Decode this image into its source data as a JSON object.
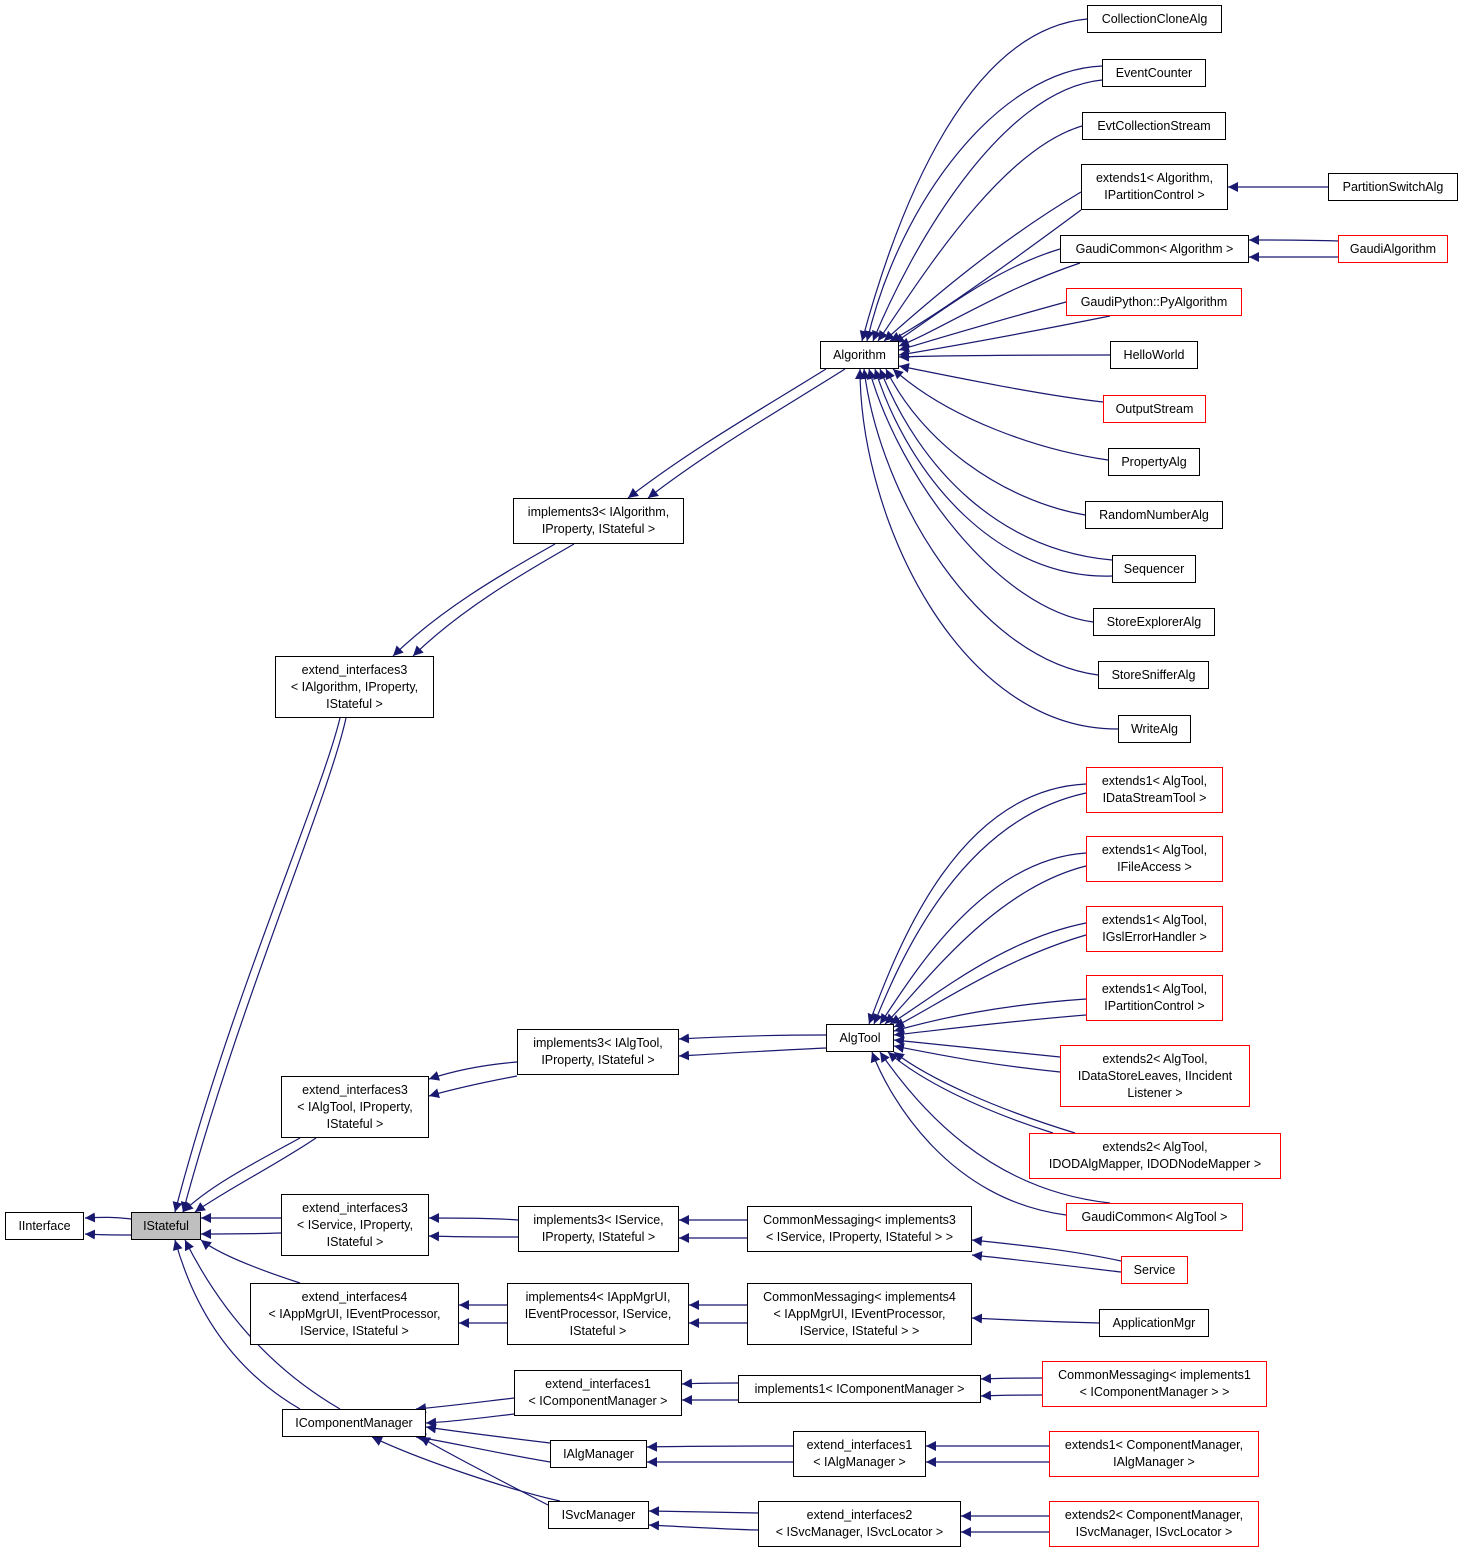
{
  "colors": {
    "edge": "#191970",
    "node_border": "#000000",
    "link_border": "#ff0000",
    "focus_fill": "#bfbfbf",
    "background": "#ffffff"
  },
  "nodes": [
    {
      "id": "IInterface",
      "lines": [
        "IInterface"
      ],
      "style": "normal"
    },
    {
      "id": "IStateful",
      "lines": [
        "IStateful"
      ],
      "style": "focus"
    },
    {
      "id": "ext_ialgorithm",
      "lines": [
        "extend_interfaces3",
        "< IAlgorithm, IProperty,",
        "IStateful >"
      ],
      "style": "normal"
    },
    {
      "id": "impl_ialgorithm",
      "lines": [
        "implements3< IAlgorithm,",
        "IProperty, IStateful >"
      ],
      "style": "normal"
    },
    {
      "id": "Algorithm",
      "lines": [
        "Algorithm"
      ],
      "style": "normal"
    },
    {
      "id": "CollectionCloneAlg",
      "lines": [
        "CollectionCloneAlg"
      ],
      "style": "normal"
    },
    {
      "id": "EventCounter",
      "lines": [
        "EventCounter"
      ],
      "style": "normal"
    },
    {
      "id": "EvtCollectionStream",
      "lines": [
        "EvtCollectionStream"
      ],
      "style": "normal"
    },
    {
      "id": "ext1_algorithm",
      "lines": [
        "extends1< Algorithm,",
        "IPartitionControl >"
      ],
      "style": "normal"
    },
    {
      "id": "PartitionSwitchAlg",
      "lines": [
        "PartitionSwitchAlg"
      ],
      "style": "normal"
    },
    {
      "id": "GaudiCommonAlgorithm",
      "lines": [
        "GaudiCommon< Algorithm >"
      ],
      "style": "normal"
    },
    {
      "id": "GaudiAlgorithm",
      "lines": [
        "GaudiAlgorithm"
      ],
      "style": "red"
    },
    {
      "id": "PyAlgorithm",
      "lines": [
        "GaudiPython::PyAlgorithm"
      ],
      "style": "red"
    },
    {
      "id": "HelloWorld",
      "lines": [
        "HelloWorld"
      ],
      "style": "normal"
    },
    {
      "id": "OutputStream",
      "lines": [
        "OutputStream"
      ],
      "style": "red"
    },
    {
      "id": "PropertyAlg",
      "lines": [
        "PropertyAlg"
      ],
      "style": "normal"
    },
    {
      "id": "RandomNumberAlg",
      "lines": [
        "RandomNumberAlg"
      ],
      "style": "normal"
    },
    {
      "id": "Sequencer",
      "lines": [
        "Sequencer"
      ],
      "style": "normal"
    },
    {
      "id": "StoreExplorerAlg",
      "lines": [
        "StoreExplorerAlg"
      ],
      "style": "normal"
    },
    {
      "id": "StoreSnifferAlg",
      "lines": [
        "StoreSnifferAlg"
      ],
      "style": "normal"
    },
    {
      "id": "WriteAlg",
      "lines": [
        "WriteAlg"
      ],
      "style": "normal"
    },
    {
      "id": "ext_ialgtool",
      "lines": [
        "extend_interfaces3",
        "< IAlgTool, IProperty,",
        "IStateful >"
      ],
      "style": "normal"
    },
    {
      "id": "impl_ialgtool",
      "lines": [
        "implements3< IAlgTool,",
        "IProperty, IStateful >"
      ],
      "style": "normal"
    },
    {
      "id": "AlgTool",
      "lines": [
        "AlgTool"
      ],
      "style": "normal"
    },
    {
      "id": "ext1_datastream",
      "lines": [
        "extends1< AlgTool,",
        "IDataStreamTool >"
      ],
      "style": "red"
    },
    {
      "id": "ext1_fileaccess",
      "lines": [
        "extends1< AlgTool,",
        "IFileAccess >"
      ],
      "style": "red"
    },
    {
      "id": "ext1_gslerror",
      "lines": [
        "extends1< AlgTool,",
        "IGslErrorHandler >"
      ],
      "style": "red"
    },
    {
      "id": "ext1_partition_tool",
      "lines": [
        "extends1< AlgTool,",
        "IPartitionControl >"
      ],
      "style": "red"
    },
    {
      "id": "ext2_datastore",
      "lines": [
        "extends2< AlgTool,",
        "IDataStoreLeaves, IIncident",
        "Listener >"
      ],
      "style": "red"
    },
    {
      "id": "ext2_dod",
      "lines": [
        "extends2< AlgTool,",
        "IDODAlgMapper, IDODNodeMapper >"
      ],
      "style": "red"
    },
    {
      "id": "GaudiCommonAlgTool",
      "lines": [
        "GaudiCommon< AlgTool >"
      ],
      "style": "red"
    },
    {
      "id": "ext_iservice",
      "lines": [
        "extend_interfaces3",
        "< IService, IProperty,",
        "IStateful >"
      ],
      "style": "normal"
    },
    {
      "id": "impl_iservice",
      "lines": [
        "implements3< IService,",
        "IProperty, IStateful >"
      ],
      "style": "normal"
    },
    {
      "id": "cm_impl3",
      "lines": [
        "CommonMessaging< implements3",
        "< IService, IProperty, IStateful > >"
      ],
      "style": "normal"
    },
    {
      "id": "Service",
      "lines": [
        "Service"
      ],
      "style": "red"
    },
    {
      "id": "ext_iappmgr",
      "lines": [
        "extend_interfaces4",
        "< IAppMgrUI, IEventProcessor,",
        "IService, IStateful >"
      ],
      "style": "normal"
    },
    {
      "id": "impl_iappmgr",
      "lines": [
        "implements4< IAppMgrUI,",
        "IEventProcessor, IService,",
        "IStateful >"
      ],
      "style": "normal"
    },
    {
      "id": "cm_impl4",
      "lines": [
        "CommonMessaging< implements4",
        "< IAppMgrUI, IEventProcessor,",
        "IService, IStateful > >"
      ],
      "style": "normal"
    },
    {
      "id": "ApplicationMgr",
      "lines": [
        "ApplicationMgr"
      ],
      "style": "normal"
    },
    {
      "id": "IComponentManager",
      "lines": [
        "IComponentManager"
      ],
      "style": "normal"
    },
    {
      "id": "ext1_compmgr",
      "lines": [
        "extend_interfaces1",
        "< IComponentManager >"
      ],
      "style": "normal"
    },
    {
      "id": "impl1_compmgr",
      "lines": [
        "implements1< IComponentManager >"
      ],
      "style": "normal"
    },
    {
      "id": "cm_impl1",
      "lines": [
        "CommonMessaging< implements1",
        "< IComponentManager > >"
      ],
      "style": "red"
    },
    {
      "id": "IAlgManager",
      "lines": [
        "IAlgManager"
      ],
      "style": "normal"
    },
    {
      "id": "ext1_ialgmgr",
      "lines": [
        "extend_interfaces1",
        "< IAlgManager >"
      ],
      "style": "normal"
    },
    {
      "id": "extends1_compmgr",
      "lines": [
        "extends1< ComponentManager,",
        "IAlgManager >"
      ],
      "style": "red"
    },
    {
      "id": "ISvcManager",
      "lines": [
        "ISvcManager"
      ],
      "style": "normal"
    },
    {
      "id": "ext2_isvcmgr",
      "lines": [
        "extend_interfaces2",
        "< ISvcManager, ISvcLocator >"
      ],
      "style": "normal"
    },
    {
      "id": "extends2_compmgr",
      "lines": [
        "extends2< ComponentManager,",
        "ISvcManager, ISvcLocator >"
      ],
      "style": "red"
    }
  ]
}
